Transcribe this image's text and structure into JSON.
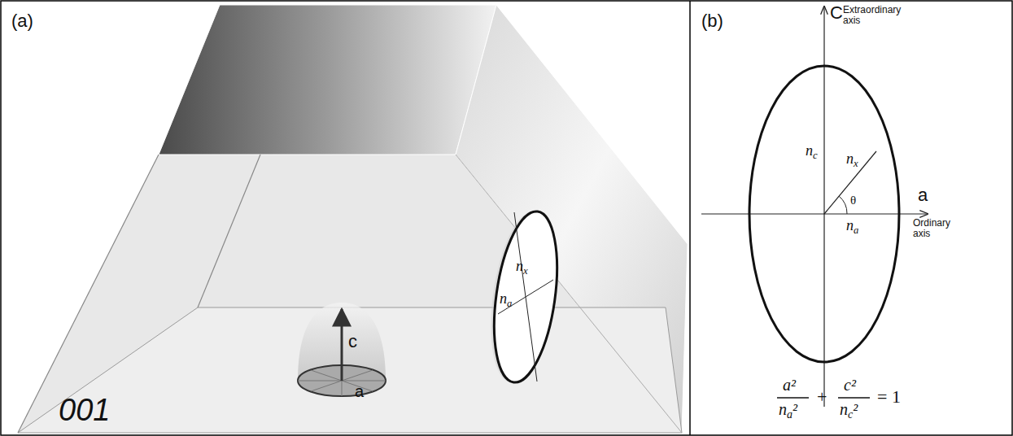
{
  "diagram": {
    "labels": [
      "(a)",
      "001",
      "c",
      "a",
      "nx",
      "na",
      "(b)",
      "C",
      "Extraordinary axis",
      "nc",
      "nx",
      "θ",
      "a",
      "na",
      "Ordinary axis",
      "a²",
      "na²",
      "+",
      "c²",
      "nc²",
      "= 1"
    ]
  }
}
